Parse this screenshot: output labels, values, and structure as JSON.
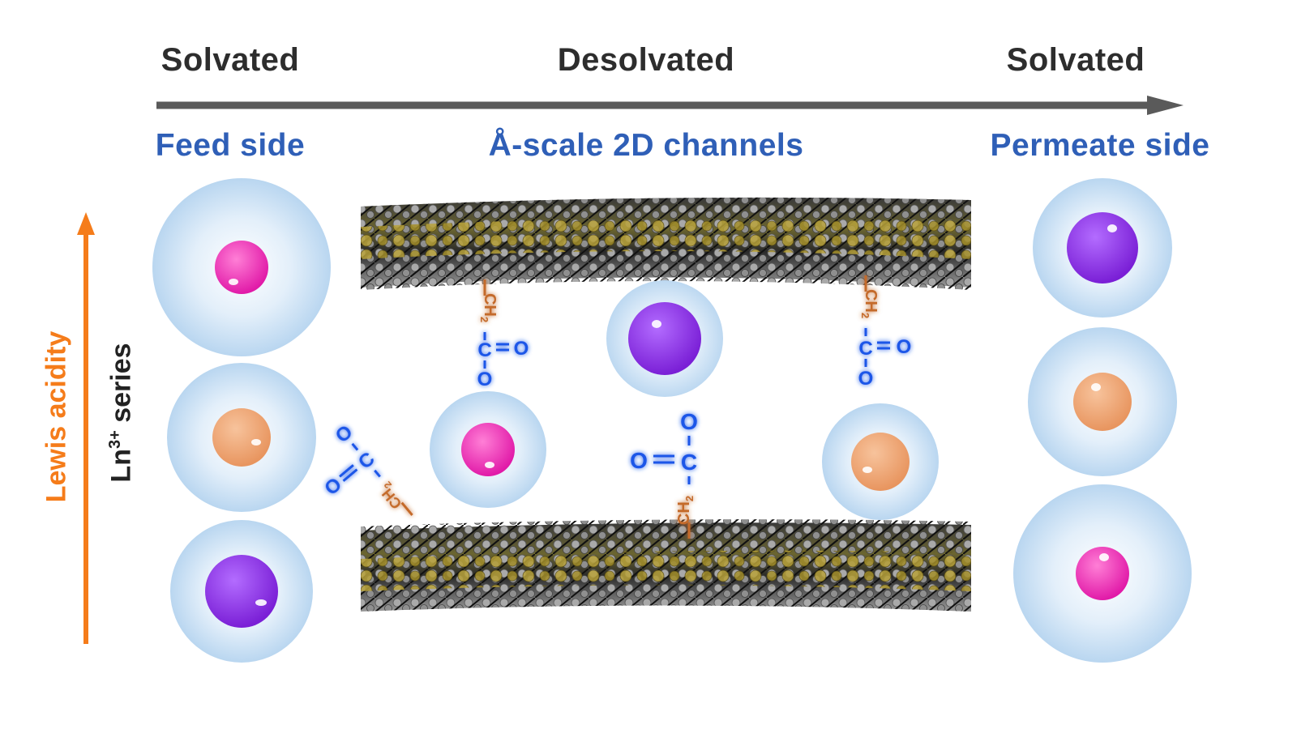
{
  "stages": {
    "left": "Solvated",
    "middle": "Desolvated",
    "right": "Solvated"
  },
  "regions": {
    "feed": "Feed side",
    "channel": "Å-scale 2D channels",
    "permeate": "Permeate side"
  },
  "axis": {
    "acidity_label": "Lewis acidity",
    "series_label_main": "Ln",
    "series_label_sup": "3+",
    "series_label_rest": " series"
  },
  "chem": {
    "ch2_main": "CH",
    "ch2_sub": "2",
    "carbon": "C",
    "oxygen": "O"
  },
  "colors": {
    "magenta": "#ee2fb7",
    "peach": "#f0a578",
    "purple": "#8a2ee2",
    "shell": "#bcdaf3",
    "acidity_arrow": "#f57c1a",
    "stage_arrow": "#555555",
    "region_text": "#2f5fb7",
    "functional_group": "#1a56e8",
    "tether": "#c46a2a"
  }
}
